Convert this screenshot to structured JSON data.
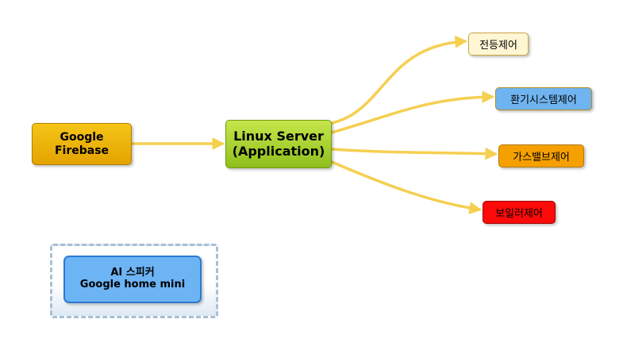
{
  "nodes": {
    "firebase": {
      "line1": "Google",
      "line2": "Firebase",
      "color": "#e8ad00"
    },
    "server": {
      "line1": "Linux Server",
      "line2": "(Application)",
      "color": "#a7d12a"
    },
    "light": {
      "label": "전등제어",
      "color": "#fff6d4"
    },
    "vent": {
      "label": "환기시스템제어",
      "color": "#6fb4f0"
    },
    "gas": {
      "label": "가스밸브제어",
      "color": "#f5a000"
    },
    "boiler": {
      "label": "보일러제어",
      "color": "#ff0a0a"
    },
    "speaker": {
      "line1": "AI 스피커",
      "line2": "Google home mini",
      "color": "#6db4f5"
    }
  },
  "edges": [
    {
      "from": "firebase",
      "to": "server"
    },
    {
      "from": "server",
      "to": "light"
    },
    {
      "from": "server",
      "to": "vent"
    },
    {
      "from": "server",
      "to": "gas"
    },
    {
      "from": "server",
      "to": "boiler"
    }
  ],
  "connector_color": "#f5cf50"
}
